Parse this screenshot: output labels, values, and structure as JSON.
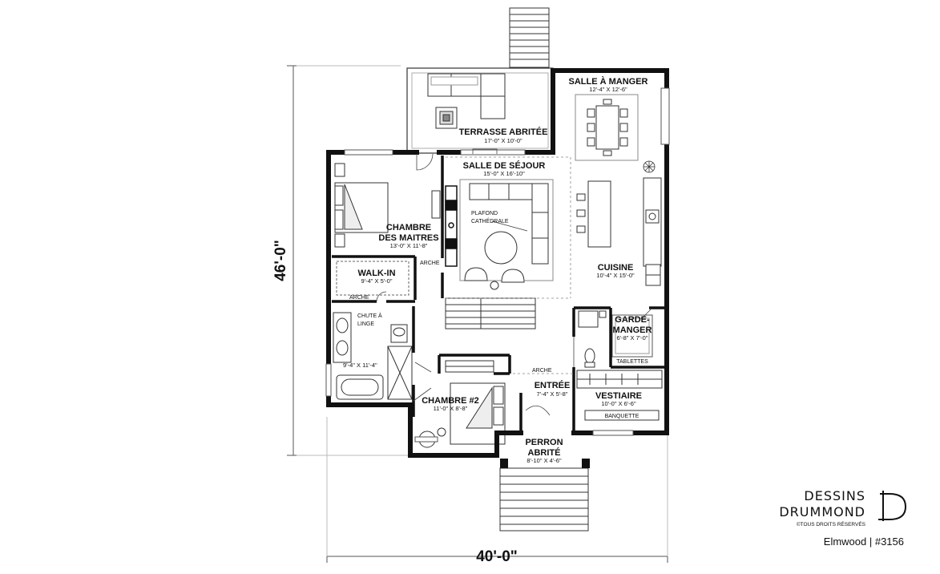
{
  "rooms": {
    "salle_a_manger": {
      "name": "SALLE À MANGER",
      "dim": "12'-4\" X 12'-6\""
    },
    "terrasse": {
      "name": "TERRASSE ABRITÉE",
      "dim": "17'-0\" X 10'-0\""
    },
    "sejour": {
      "name": "SALLE DE SÉJOUR",
      "dim": "15'-0\" X 16'-10\""
    },
    "chambre_maitres": {
      "line1": "CHAMBRE",
      "line2": "DES MAITRES",
      "dim": "13'-0\" X 11'-8\""
    },
    "walk_in": {
      "name": "WALK-IN",
      "dim": "9'-4\" X 5'-0\""
    },
    "salle_bain": {
      "dim": "9'-4\" X 11'-4\""
    },
    "cuisine": {
      "name": "CUISINE",
      "dim": "10'-4\" X 15'-0\""
    },
    "garde_manger": {
      "line1": "GARDE-",
      "line2": "MANGER",
      "dim": "6'-8\" X 7'-0\""
    },
    "chambre2": {
      "name": "CHAMBRE #2",
      "dim": "11'-0\" X 8'-8\""
    },
    "entree": {
      "name": "ENTRÉE",
      "dim": "7'-4\" X 5'-8\""
    },
    "vestiaire": {
      "name": "VESTIAIRE",
      "dim": "10'-0\" X 6'-6\""
    },
    "perron": {
      "line1": "PERRON",
      "line2": "ABRITÉ",
      "dim": "8'-10\" X 4'-6\""
    }
  },
  "notes": {
    "plafond1": "PLAFOND",
    "plafond2": "CATHÉDRALE",
    "arche": "ARCHE",
    "chute1": "CHUTE À",
    "chute2": "LINGE",
    "tablettes": "TABLETTES",
    "banquette": "BANQUETTE"
  },
  "dimensions": {
    "depth": "46'-0\"",
    "width": "40'-0\""
  },
  "brand": {
    "line1": "DESSINS",
    "line2": "DRUMMOND",
    "copyright": "©TOUS DROITS RÉSERVÉS",
    "model": "Elmwood | #3156"
  }
}
